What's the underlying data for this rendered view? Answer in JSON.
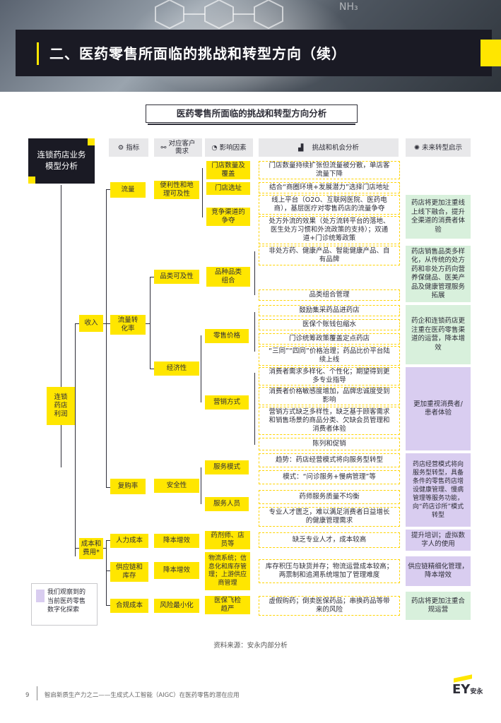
{
  "banner": {
    "title": "二、医药零售所面临的挑战和转型方向（续）",
    "ghost_text": "NH₃"
  },
  "subtitle": "医药零售所面临的挑战和转型方向分析",
  "header": {
    "model": "连锁药店业务\n模型分析",
    "metric": "指标",
    "customer": "对应客户\n需求",
    "factor": "影响因素",
    "challenge": "挑战和机会分析",
    "future": "未来转型启示",
    "icons": {
      "metric": "gear-icon",
      "customer": "link-icon",
      "factor": "speedometer-icon",
      "challenge": "chart-icon",
      "future": "bulb-icon"
    }
  },
  "tree": {
    "root": "连锁\n药店\n利润",
    "income": "收入",
    "cost": "成本和\n费用*",
    "traffic": "流量",
    "conversion": "流量转\n化率",
    "repurchase": "复购率",
    "availability": "品类可及性",
    "economy": "经济性",
    "convenience": "便利性和地\n理可及性",
    "safety": "安全性",
    "labor": "人力成本",
    "supply": "供应链和\n库存",
    "compliance": "合规成本",
    "labor_need": "降本增效",
    "supply_need": "降本增效",
    "compliance_need": "风险最小化"
  },
  "factors": {
    "store_count": "门店数量及\n覆盖",
    "site": "门店选址",
    "channel": "竞争渠道的\n争夺",
    "category": "品种品类\n组合",
    "price": "零售价格",
    "marketing": "营销方式",
    "service_model": "服务模式",
    "staff": "服务人员",
    "pharmacist": "药剂师、店\n员等",
    "logistics": "物流系统；信\n息化和库存管\n理；上游供应\n商管理",
    "insurance": "医保飞检\n趋严"
  },
  "analysis": {
    "a1": "门店数量持续扩张但流量被分散，单店客\n流量下降",
    "a2": "结合“商圈环境+发展潜力”选择门店地址",
    "a3": "线上平台（O2O、互联网医院、医药电\n商），基层医疗对零售药店的流量争夺",
    "a4": "处方外流的效果（处方流转平台的落地、\n医生处方习惯和外流政策的支持）；双通\n道+门诊统筹政策",
    "a5": "非处方药、健康产品、智能健康产品、自\n有品牌",
    "a6": "品类组合管理",
    "a7": "鼓励集采药品进药店",
    "a8": "医保个账钱包缩水",
    "a9": "门诊统筹政策覆盖定点药店",
    "a10": "“三同”“四同”价格治理；药品比价平台陆\n续上线",
    "a11": "消费者需求多样化、个性化；期望得到更\n多专业指导",
    "a12": "消费者价格敏感度增加，品牌忠诚度受到\n影响",
    "a13": "营销方式缺乏多样性，缺乏基于顾客需求\n和销售场景的商品分类、欠缺会员管理和\n消费者体验",
    "a14": "陈列和促销",
    "a15": "趋势：药店经营模式将向服务型转型",
    "a16": "模式：“问诊服务+慢病管理”等",
    "a17": "药师服务质量不均衡",
    "a18": "专业人才匮乏，难以满足消费者日益增长\n的健康管理需求",
    "a19": "缺乏专业人才，成本较高",
    "a20": "库存积压与缺货并存；物流运营成本较高；\n两票制和追溯系统增加了管理难度",
    "a21": "虚假购药；倒卖医保药品；串换药品等带\n来的风险"
  },
  "future": {
    "f1": "药店将更加注重线\n上线下融合，提升\n全渠道的消费者体\n验",
    "f2": "药店销售品类多样\n化，从传统的处方\n药和非处方药向营\n养保健品、医美产\n品及健康管理服务\n拓展",
    "f3": "药企和连锁药店更\n注重在医药零售渠\n道的运营，降本增\n效",
    "f4": "更加重视消费者/\n患者体验",
    "f5": "药店经营模式将向\n服务型转型，具备\n条件的零售药店增\n设健康管理、慢病\n管理等服务功能，\n向“药店诊所”模式\n转型",
    "f6": "提升培训；虚拟数\n字人的使用",
    "f7": "供应链精细化管理，\n降本增效",
    "f8": "药店将更加注重合\n规运营"
  },
  "legend": "我们观察到的\n当前医药零售\n数字化探索",
  "source": "资料来源：安永内部分析",
  "footer": {
    "page": "9",
    "text": "智启新质生产力之二——生成式人工智能（AIGC）在医药零售的潜在应用",
    "logo": "EY",
    "logo_sub": "安永"
  },
  "colors": {
    "yellow": "#ffe600",
    "dark": "#2e2e38",
    "green": "#d8f0dc",
    "purple": "#d9cdf0",
    "grey": "#e8e8ea"
  }
}
